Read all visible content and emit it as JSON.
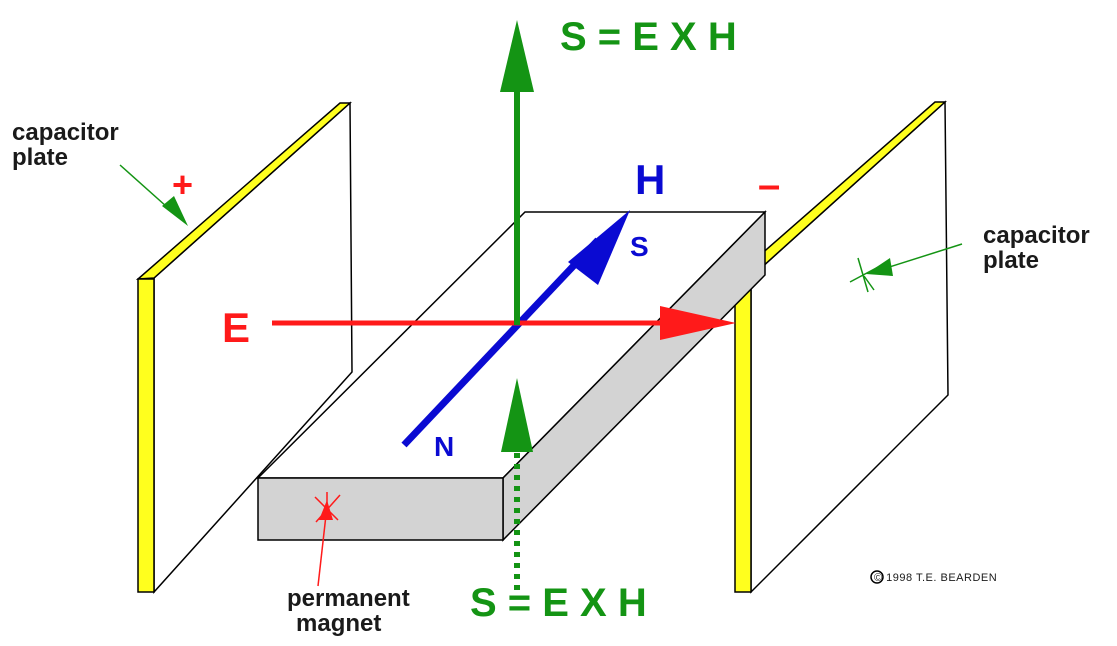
{
  "labels": {
    "poynting_top": "S = E X H",
    "poynting_bottom": "S = E X H",
    "plate_left_line1": "capacitor",
    "plate_left_line2": "plate",
    "plate_right_line1": "capacitor",
    "plate_right_line2": "plate",
    "plus_sign": "+",
    "minus_sign": "–",
    "h_label": "H",
    "e_label": "E",
    "s_pole": "S",
    "n_pole": "N",
    "magnet_line1": "permanent",
    "magnet_line2": "magnet",
    "copyright": "© 1998 T.E. BEARDEN"
  },
  "colors": {
    "green": "#149414",
    "red": "#ff1a1a",
    "blue": "#0a0ad2",
    "yellow": "#ffff1e",
    "magnet_gray": "#d3d3d3",
    "text_dark": "#1a1a1a"
  }
}
